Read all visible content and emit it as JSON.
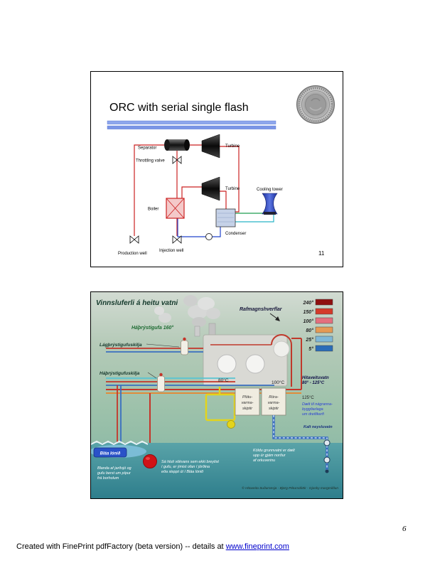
{
  "page": {
    "number": "6",
    "footer": {
      "text": "Created with FinePrint pdfFactory (beta version) -- details at ",
      "link": "www.fineprint.com"
    }
  },
  "slide1": {
    "title": "ORC with serial single flash",
    "slide_number": "11",
    "labels": {
      "separator": "Separator",
      "throttling_valve": "Throttling valve",
      "turbine_top": "Turbine",
      "turbine_bottom": "Turbine",
      "boiler": "Boiler",
      "cooling_tower": "Cooling tower",
      "condenser": "Condenser",
      "production_well": "Production well",
      "injection_well": "Injection well"
    },
    "colors": {
      "hot_line": "#cc2222",
      "cold_line": "#2244cc",
      "cooling_supply": "#1f9e4f",
      "cooling_return": "#29b5c8"
    }
  },
  "slide2": {
    "title": "Vinnsluferli á heitu vatni",
    "legend": [
      {
        "label": "240°",
        "color": "#8f1010"
      },
      {
        "label": "150°",
        "color": "#d43a2a"
      },
      {
        "label": "100°",
        "color": "#e4707e"
      },
      {
        "label": "80°",
        "color": "#e59a55"
      },
      {
        "label": "25°",
        "color": "#7fb8d8"
      },
      {
        "label": "5°",
        "color": "#2a6cb8"
      }
    ],
    "labels": {
      "rafmagnshverflar": "Rafmagnshverflar",
      "habrystigufa": "Háþrýstigufa 160°",
      "lagbrystigufuskilja": "Lágþrýstigufuskilja",
      "habrystigufuskilja": "Háþrýstigufuskilja",
      "temp_80": "80°C",
      "temp_100": "100°C",
      "temp_125": "125°C",
      "hitaveituvatn": [
        "Hitaveituvatn",
        "80° - 125°C"
      ],
      "plotu": [
        "Plötu-",
        "varma-",
        "skiptir"
      ],
      "rora": [
        "Röra-",
        "varma-",
        "skiptir"
      ],
      "daelt": [
        "Dælt til nágranna-",
        "byggðarlaga",
        "um dreifikerfi"
      ],
      "kalt": "Kalt neysluvatn",
      "blaa_lonid": "Bláa lónið",
      "blanda": [
        "Blanda af jarðsjó og",
        "gufu berst um pípur",
        "frá borholum"
      ],
      "sa_hluti": [
        "Sá hluti vökvans sem ekki breytist",
        "í gufu, er ýmist ofan í jörðina",
        "eða sleppt út í Bláa lónið"
      ],
      "koldu": [
        "Köldu grunnvatni er dælt",
        "upp úr gjám norður",
        "af orkuverinu"
      ],
      "copyright": "© Hitaveita Suðurnesja · Björg Pétursdóttir · Gjosky margmiðlun"
    }
  }
}
